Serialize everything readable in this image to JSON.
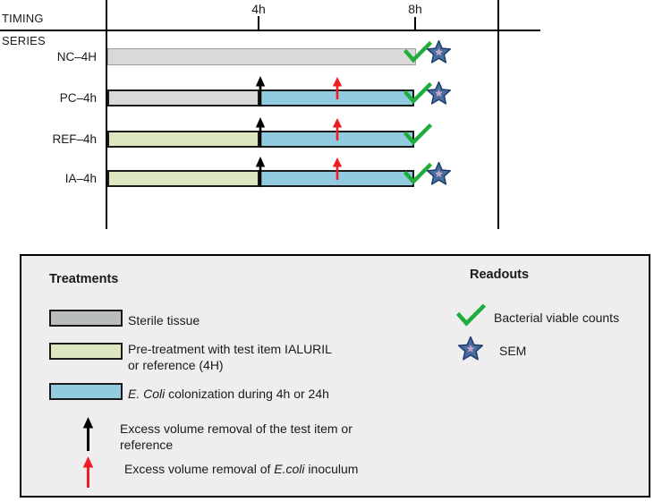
{
  "diagram": {
    "timing_label": "TIMING",
    "series_label": "SERIES",
    "tick_4h": "4h",
    "tick_8h": "8h",
    "rows": [
      {
        "label": "NC–4H",
        "segments": [
          "sterile-tissue"
        ],
        "readouts": [
          "bacterial-viable-counts",
          "sem"
        ],
        "arrows": []
      },
      {
        "label": "PC–4h",
        "segments": [
          "sterile-tissue",
          "ecoli-colonization"
        ],
        "readouts": [
          "bacterial-viable-counts",
          "sem"
        ],
        "arrows": [
          "test-item-removal",
          "ecoli-inoculum-removal"
        ]
      },
      {
        "label": "REF–4h",
        "segments": [
          "pre-treatment",
          "ecoli-colonization"
        ],
        "readouts": [
          "bacterial-viable-counts"
        ],
        "arrows": [
          "test-item-removal",
          "ecoli-inoculum-removal"
        ]
      },
      {
        "label": "IA–4h",
        "segments": [
          "pre-treatment",
          "ecoli-colonization"
        ],
        "readouts": [
          "bacterial-viable-counts",
          "sem"
        ],
        "arrows": [
          "test-item-removal",
          "ecoli-inoculum-removal"
        ]
      }
    ]
  },
  "legend": {
    "treatments": {
      "title": "Treatments",
      "sterile_label": "Sterile tissue",
      "pretreatment_line1": "Pre-treatment with test item IALURIL",
      "pretreatment_line2": "or reference (4H)",
      "ecoli_italic": "E. Coli",
      "ecoli_rest": " colonization during 4h or 24h",
      "black_arrow_line1": "Excess volume removal of the test item or",
      "black_arrow_line2": "reference",
      "red_arrow_pre": "Excess volume removal of ",
      "red_arrow_italic": "E.coli",
      "red_arrow_post": " inoculum"
    },
    "readouts": {
      "title": "Readouts",
      "check_label": "Bacterial viable counts",
      "star_label": "SEM"
    }
  },
  "colors": {
    "sterile_gray_bar": "#d9d9d9",
    "legend_gray_swatch": "#b9bdbd",
    "pretreatment_green": "#dce7c0",
    "ecoli_blue": "#92cbdf",
    "check_green": "#1fae3d",
    "star_blue": "#4a6d9f",
    "star_inner_purple": "#c2a4cc",
    "arrow_red": "#ee1c25",
    "arrow_black": "#000000",
    "legend_background": "#eeeeee"
  }
}
